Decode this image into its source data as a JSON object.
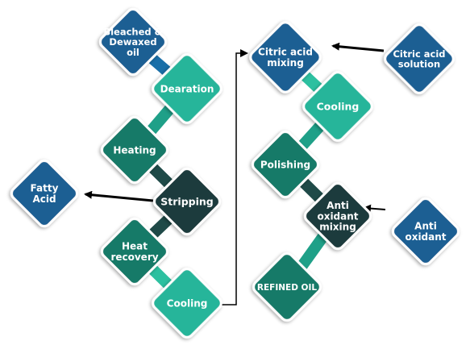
{
  "diagram": {
    "nodes": [
      {
        "id": "bleached",
        "label": [
          "Bleached &",
          "Dewaxed",
          "oil"
        ],
        "color": "#1a5f93"
      },
      {
        "id": "dearation",
        "label": [
          "Dearation"
        ],
        "color": "#26b59a"
      },
      {
        "id": "heating",
        "label": [
          "Heating"
        ],
        "color": "#157a68"
      },
      {
        "id": "stripping",
        "label": [
          "Stripping"
        ],
        "color": "#1e3b3c"
      },
      {
        "id": "fatty",
        "label": [
          "Fatty",
          "Acid"
        ],
        "color": "#1a5f93"
      },
      {
        "id": "heatrecovery",
        "label": [
          "Heat",
          "recovery"
        ],
        "color": "#157a68"
      },
      {
        "id": "cooling1",
        "label": [
          "Cooling"
        ],
        "color": "#26b59a"
      },
      {
        "id": "citricmix",
        "label": [
          "Citric acid",
          "mixing"
        ],
        "color": "#1a5f93"
      },
      {
        "id": "citricsol",
        "label": [
          "Citric acid",
          "solution"
        ],
        "color": "#1a5f93"
      },
      {
        "id": "cooling2",
        "label": [
          "Cooling"
        ],
        "color": "#26b59a"
      },
      {
        "id": "polishing",
        "label": [
          "Polishing"
        ],
        "color": "#157a68"
      },
      {
        "id": "antimix",
        "label": [
          "Anti",
          "oxidant",
          "mixing"
        ],
        "color": "#1e3b3c"
      },
      {
        "id": "antiox",
        "label": [
          "Anti",
          "oxidant"
        ],
        "color": "#1a5f93"
      },
      {
        "id": "refined",
        "label": [
          "REFINED OIL"
        ],
        "color": "#157a68"
      }
    ]
  }
}
